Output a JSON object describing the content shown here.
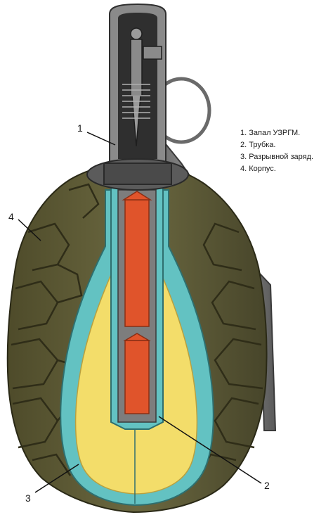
{
  "legend": {
    "items": [
      "1. Запал УЗРГМ.",
      "2. Трубка.",
      "3. Разрывной заряд.",
      "4. Корпус."
    ]
  },
  "callouts": {
    "fuse": "1",
    "tube": "2",
    "charge": "3",
    "body": "4"
  },
  "colors": {
    "body_olive": "#5d5a33",
    "body_dark": "#3a3822",
    "liner_teal": "#63c2c2",
    "charge_yellow": "#f3dd6a",
    "core_red": "#e0542b",
    "metal_gray": "#8a8a8a",
    "metal_dark": "#2f2f2f"
  }
}
